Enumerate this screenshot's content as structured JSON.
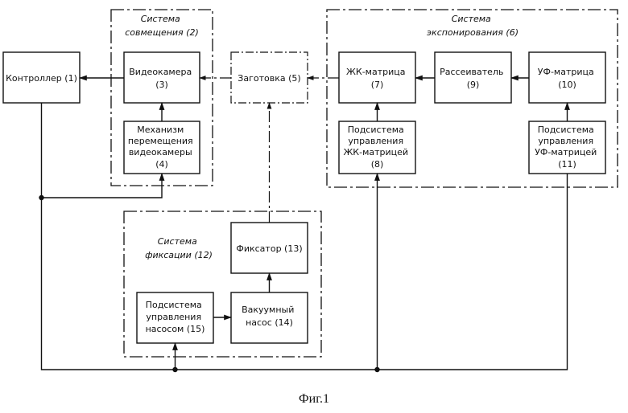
{
  "groups": {
    "combining": [
      "Система",
      "совмещения (2)"
    ],
    "exposure": [
      "Система",
      "экспонирования (6)"
    ],
    "fixation": [
      "Система",
      "фиксации (12)"
    ]
  },
  "blocks": {
    "controller": [
      "Контроллер (1)"
    ],
    "camera": [
      "Видеокамера",
      "(3)"
    ],
    "camera_mech": [
      "Механизм",
      "перемещения",
      "видеокамеры",
      "(4)"
    ],
    "blank": [
      "Заготовка (5)"
    ],
    "lc_matrix": [
      "ЖК-матрица",
      "(7)"
    ],
    "diffuser": [
      "Рассеиватель",
      "(9)"
    ],
    "uv_matrix": [
      "УФ-матрица",
      "(10)"
    ],
    "lc_control": [
      "Подсистема",
      "управления",
      "ЖК-матрицей",
      "(8)"
    ],
    "uv_control": [
      "Подсистема",
      "управления",
      "УФ-матрицей",
      "(11)"
    ],
    "fixator": [
      "Фиксатор (13)"
    ],
    "pump_control": [
      "Подсистема",
      "управления",
      "насосом (15)"
    ],
    "pump": [
      "Вакуумный",
      "насос (14)"
    ]
  },
  "caption": "Фиг.1"
}
